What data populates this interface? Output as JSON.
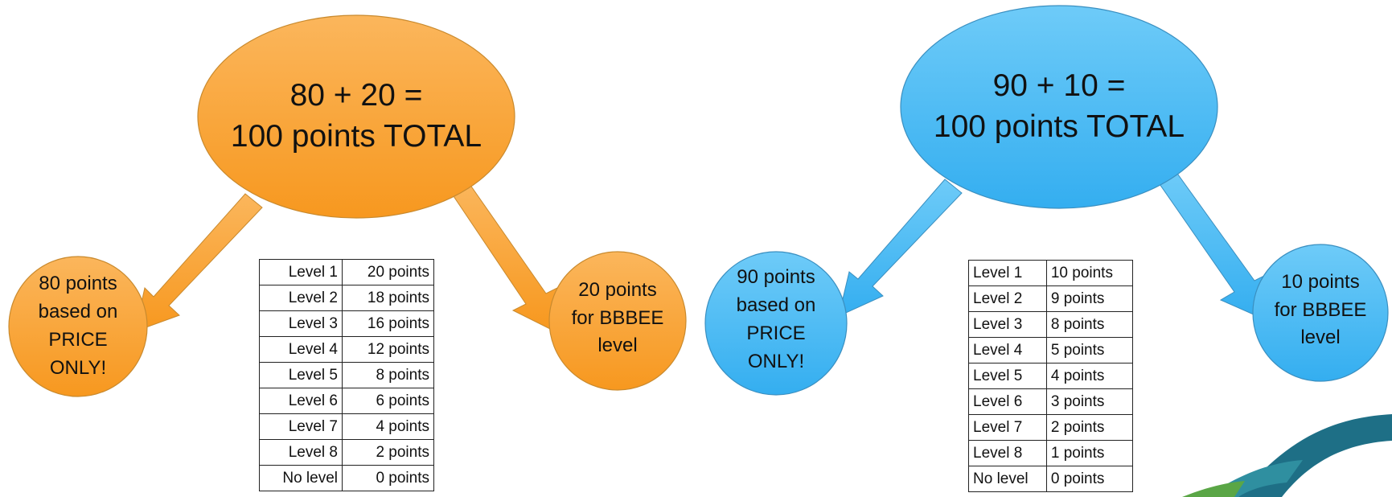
{
  "colors": {
    "orange": "#f9a23c",
    "orange_light": "#fbb75a",
    "blue": "#45b8f2",
    "blue_light": "#6fcaf7",
    "logo_teal": "#1e7a8a",
    "logo_green": "#5aa646"
  },
  "left_scheme": {
    "main_line1": "80 + 20 =",
    "main_line2": "100 points TOTAL",
    "price_lines": [
      "80 points",
      "based on",
      "PRICE",
      "ONLY!"
    ],
    "bbbee_lines": [
      "20 points",
      "for BBBEE",
      "level"
    ],
    "table": [
      [
        "Level 1",
        "20 points"
      ],
      [
        "Level 2",
        "18 points"
      ],
      [
        "Level 3",
        "16 points"
      ],
      [
        "Level 4",
        "12 points"
      ],
      [
        "Level 5",
        "8 points"
      ],
      [
        "Level 6",
        "6 points"
      ],
      [
        "Level 7",
        "4 points"
      ],
      [
        "Level 8",
        "2 points"
      ],
      [
        "No level",
        "0 points"
      ]
    ]
  },
  "right_scheme": {
    "main_line1": "90 + 10 =",
    "main_line2": "100 points TOTAL",
    "price_lines": [
      "90 points",
      "based on",
      "PRICE",
      "ONLY!"
    ],
    "bbbee_lines": [
      "10 points",
      "for BBBEE",
      "level"
    ],
    "table": [
      [
        "Level 1",
        "10 points"
      ],
      [
        "Level 2",
        "9 points"
      ],
      [
        "Level 3",
        "8 points"
      ],
      [
        "Level 4",
        "5 points"
      ],
      [
        "Level 5",
        "4 points"
      ],
      [
        "Level 6",
        "3 points"
      ],
      [
        "Level 7",
        "2 points"
      ],
      [
        "Level 8",
        "1 points"
      ],
      [
        "No level",
        "0 points"
      ]
    ]
  }
}
